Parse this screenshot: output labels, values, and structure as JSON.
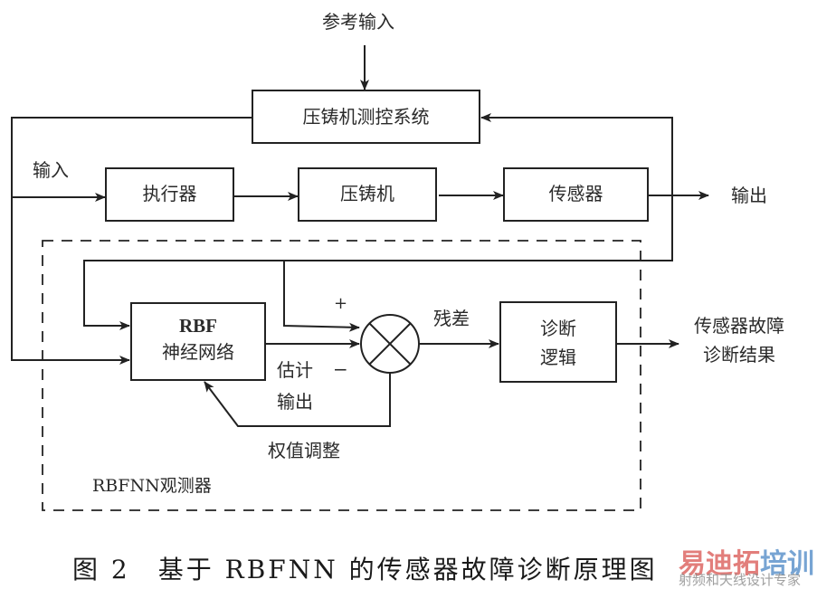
{
  "diagram": {
    "reference_input": "参考输入",
    "control_system": "压铸机测控系统",
    "input_label": "输入",
    "actuator": "执行器",
    "die_casting_machine": "压铸机",
    "sensor": "传感器",
    "output_label": "输出",
    "rbf_title": "RBF",
    "rbf_subtitle": "神经网络",
    "plus_sign": "+",
    "minus_sign": "−",
    "estimate_output_line1": "估计",
    "estimate_output_line2": "输出",
    "residual": "残差",
    "diagnosis_line1": "诊断",
    "diagnosis_line2": "逻辑",
    "result_line1": "传感器故障",
    "result_line2": "诊断结果",
    "weight_adjust": "权值调整",
    "observer_label": "RBFNN观测器"
  },
  "caption": "图 2　基于 RBFNN 的传感器故障诊断原理图",
  "watermark": {
    "main_red": "易迪拓",
    "main_blue": "培训",
    "sub": "射频和天线设计专家",
    "colors": {
      "red": "#d9534f",
      "blue": "#4a86c5"
    }
  }
}
